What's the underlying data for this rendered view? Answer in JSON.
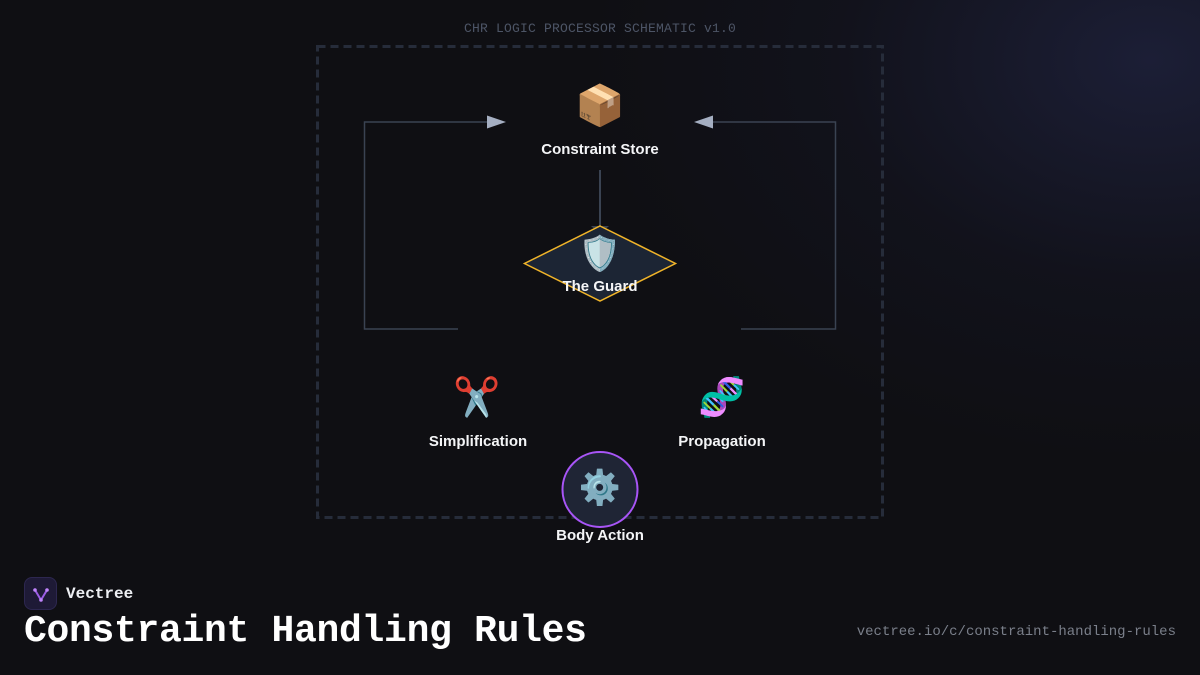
{
  "schematic": {
    "title": "CHR LOGIC PROCESSOR SCHEMATIC v1.0"
  },
  "nodes": {
    "constraint_store": {
      "icon": "📦",
      "icon_name": "package-icon",
      "label": "Constraint Store"
    },
    "guard": {
      "icon": "🛡️",
      "icon_name": "shield-icon",
      "label": "The Guard"
    },
    "simplification": {
      "icon": "✂️",
      "icon_name": "scissors-icon",
      "label": "Simplification"
    },
    "propagation": {
      "icon": "🧬",
      "icon_name": "dna-icon",
      "label": "Propagation"
    },
    "body_action": {
      "icon": "⚙️",
      "icon_name": "gear-icon",
      "label": "Body Action"
    }
  },
  "footer": {
    "brand_name": "Vectree",
    "title": "Constraint Handling Rules",
    "url": "vectree.io/c/constraint-handling-rules"
  },
  "colors": {
    "background": "#0f0f13",
    "frame": "#262c3a",
    "connector": "#3a4352",
    "arrowhead": "#a5afc2",
    "guard_border": "#f0b429",
    "guard_fill": "#1c2534",
    "body_border": "#a855f7",
    "body_fill": "#1f2535",
    "brand_accent": "#9b5de5"
  }
}
